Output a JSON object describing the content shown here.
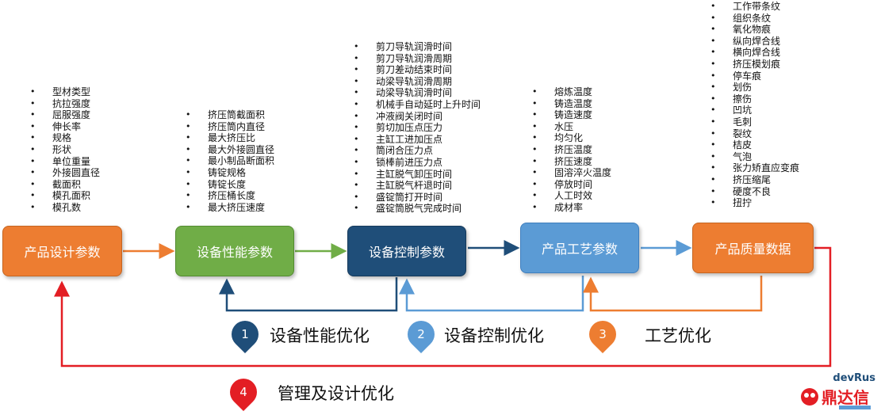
{
  "lists": {
    "design": [
      "型材类型",
      "抗拉强度",
      "屈服强度",
      "伸长率",
      "规格",
      "形状",
      "单位重量",
      "外接圆直径",
      "截面积",
      "模孔面积",
      "模孔数"
    ],
    "equipment": [
      "挤压筒截面积",
      "挤压筒内直径",
      "最大挤压比",
      "最大外接圆直径",
      "最小制品断面积",
      "铸锭规格",
      "铸锭长度",
      "挤压桶长度",
      "最大挤压速度"
    ],
    "control": [
      "剪刀导轨润滑时间",
      "剪刀导轨润滑周期",
      "剪刀差动结束时间",
      "动梁导轨润滑周期",
      "动梁导轨润滑时间",
      "机械手自动延时上升时间",
      "冲液阀关闭时间",
      "剪切加压点压力",
      "主缸工进加压点",
      "筒闭合压力点",
      "锁棒前进压力点",
      "主缸脱气卸压时间",
      "主缸脱气杆退时间",
      "盛锭筒打开时间",
      "盛锭筒脱气完成时间"
    ],
    "process": [
      "熔炼温度",
      "铸造温度",
      "铸造速度",
      "水压",
      "均匀化",
      "挤压温度",
      "挤压速度",
      "固溶淬火温度",
      "停放时间",
      "人工时效",
      "成材率"
    ],
    "quality": [
      "工作带条纹",
      "组织条纹",
      "氧化物痕",
      "纵向焊合线",
      "横向焊合线",
      "挤压模划痕",
      "停车痕",
      "划伤",
      "擦伤",
      "凹坑",
      "毛刺",
      "裂纹",
      "桔皮",
      "气泡",
      "张力矫直应变痕",
      "挤压缩尾",
      "硬度不良",
      "扭拧"
    ]
  },
  "boxes": {
    "design": "产品设计参数",
    "equipment": "设备性能参数",
    "control": "设备控制参数",
    "process": "产品工艺参数",
    "quality": "产品质量数据"
  },
  "optimizations": [
    {
      "num": "1",
      "label": "设备性能优化",
      "color": "#1f4e79"
    },
    {
      "num": "2",
      "label": "设备控制优化",
      "color": "#5b9bd5"
    },
    {
      "num": "3",
      "label": "工艺优化",
      "color": "#ed7d31"
    },
    {
      "num": "4",
      "label": "管理及设计优化",
      "color": "#e31e24"
    }
  ],
  "colors": {
    "orange": "#ed7d31",
    "green": "#70ad47",
    "navy": "#1f4e79",
    "light_blue": "#5b9bd5",
    "red": "#e31e24"
  },
  "logo": {
    "top": "devRus",
    "main": "鼎达信"
  }
}
